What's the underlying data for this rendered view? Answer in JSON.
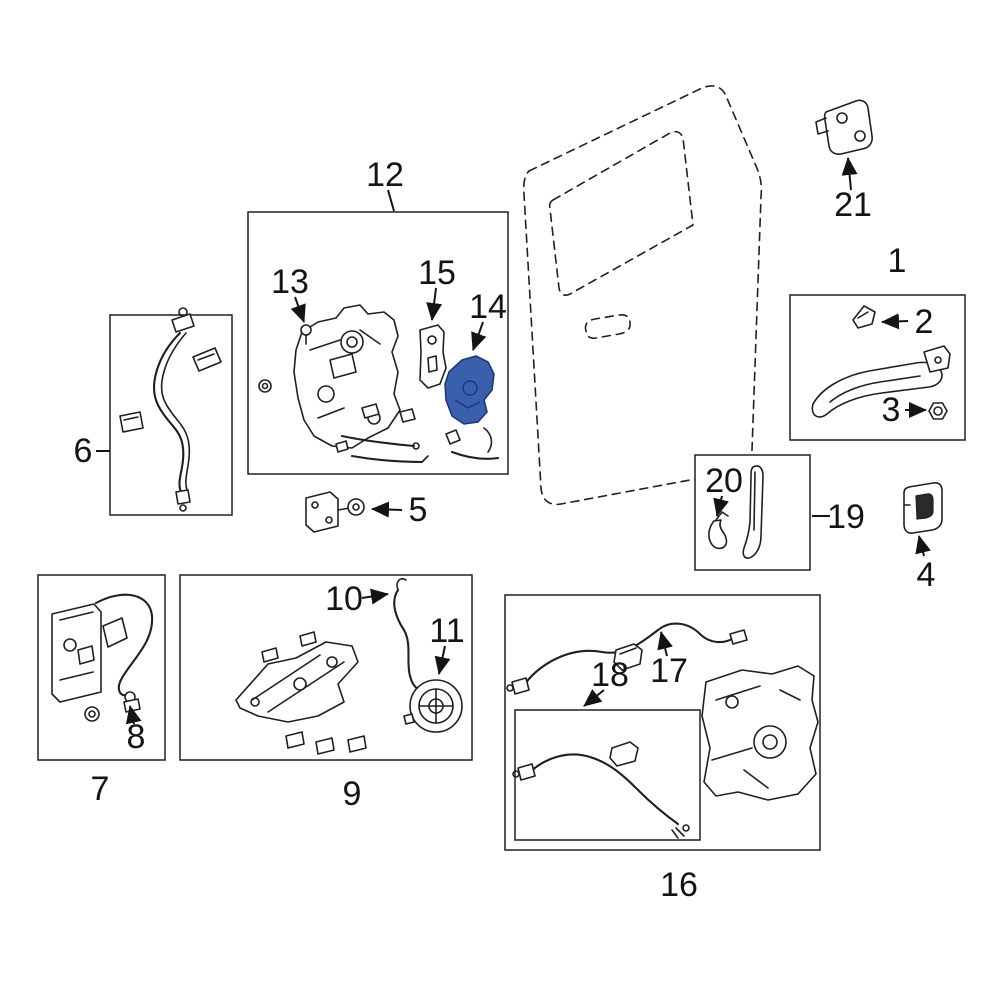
{
  "diagram": {
    "type": "exploded-parts-diagram",
    "description": "Sliding door lock and hardware exploded parts diagram with numbered callouts",
    "background_color": "#ffffff",
    "line_color": "#231f20",
    "label_color": "#141414",
    "highlight_color": "#3a5fad",
    "highlight_stroke_color": "#1d3a75",
    "highlighted_callout": "14",
    "callouts": {
      "1": "1",
      "2": "2",
      "3": "3",
      "4": "4",
      "5": "5",
      "6": "6",
      "7": "7",
      "8": "8",
      "9": "9",
      "10": "10",
      "11": "11",
      "12": "12",
      "13": "13",
      "14": "14",
      "15": "15",
      "16": "16",
      "17": "17",
      "18": "18",
      "19": "19",
      "20": "20",
      "21": "21"
    }
  }
}
